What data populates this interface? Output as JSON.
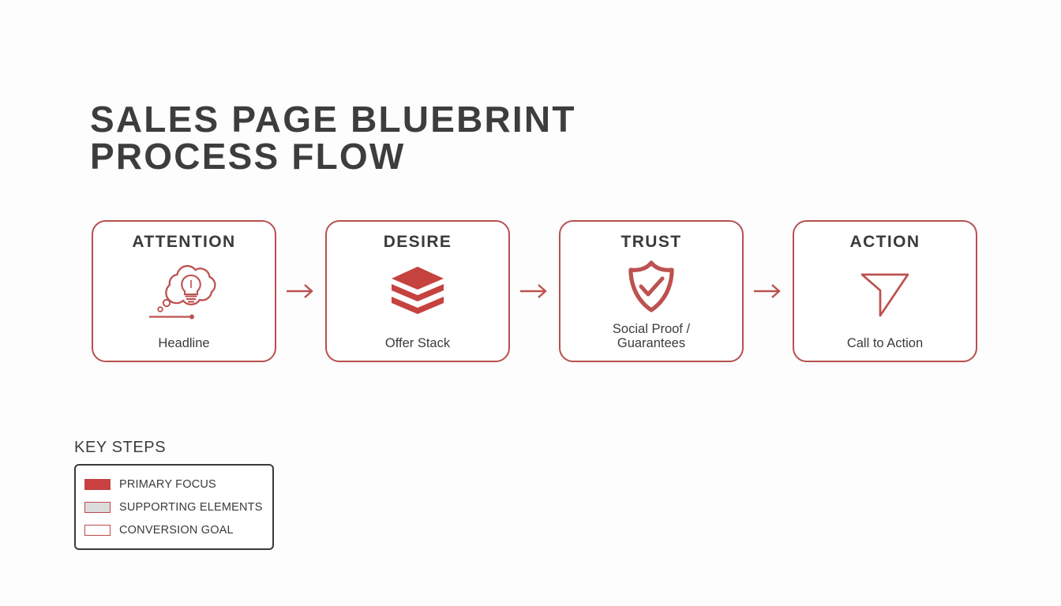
{
  "title": {
    "line1": "SALES PAGE BLUEBRINT",
    "line2": "PROCESS FLOW"
  },
  "colors": {
    "accent_red": "#c0484a",
    "card_border": "#b7504e",
    "text_dark": "#3a3a3c",
    "background": "#fdfdfd",
    "swatch_gray": "#dcdcdc"
  },
  "flow": {
    "arrow_glyph": "arrow-right-icon",
    "steps": [
      {
        "title": "ATTENTION",
        "icon": "thought-bubble-lightbulb-icon",
        "label": "Headline"
      },
      {
        "title": "DESIRE",
        "icon": "layer-stack-icon",
        "label": "Offer Stack"
      },
      {
        "title": "TRUST",
        "icon": "shield-check-icon",
        "label": "Social Proof /\nGuarantees"
      },
      {
        "title": "ACTION",
        "icon": "funnel-send-icon",
        "label": "Call to Action"
      }
    ]
  },
  "legend": {
    "heading": "KEY STEPS",
    "items": [
      {
        "label": "PRIMARY FOCUS",
        "swatch_fill": "#c8403f",
        "swatch_border": "#c0484a"
      },
      {
        "label": "SUPPORTING ELEMENTS",
        "swatch_fill": "#dcdcdc",
        "swatch_border": "#c0484a"
      },
      {
        "label": "CONVERSION GOAL",
        "swatch_fill": "#ffffff",
        "swatch_border": "#c0484a"
      }
    ]
  }
}
